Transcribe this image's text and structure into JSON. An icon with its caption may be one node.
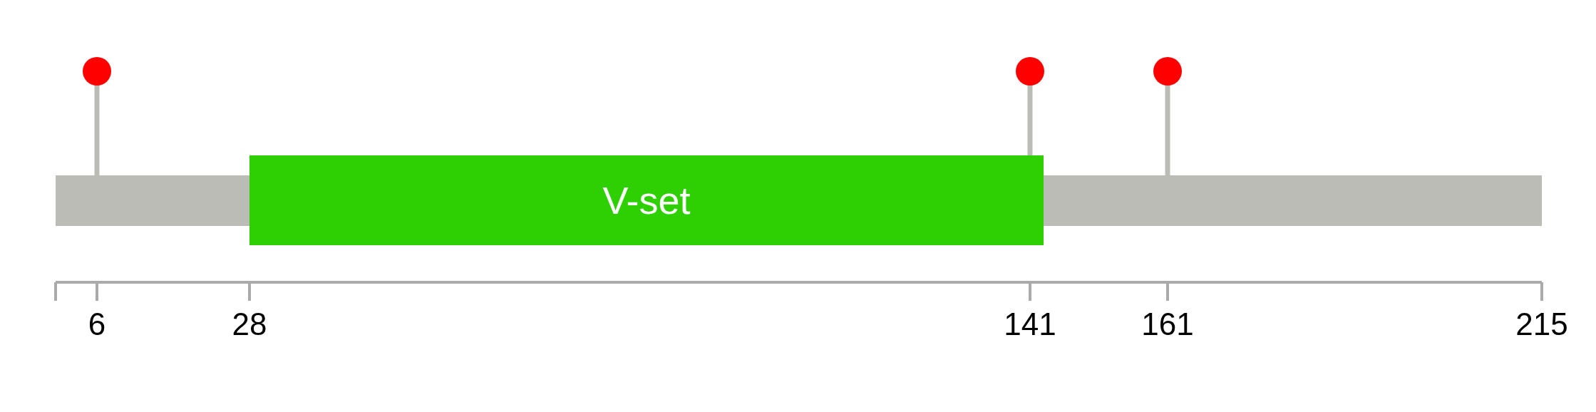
{
  "diagram": {
    "nodes": [
      {
        "text": [
          "V-set"
        ]
      }
    ],
    "labels": [
      "6",
      "28",
      "141",
      "161",
      "215"
    ]
  }
}
